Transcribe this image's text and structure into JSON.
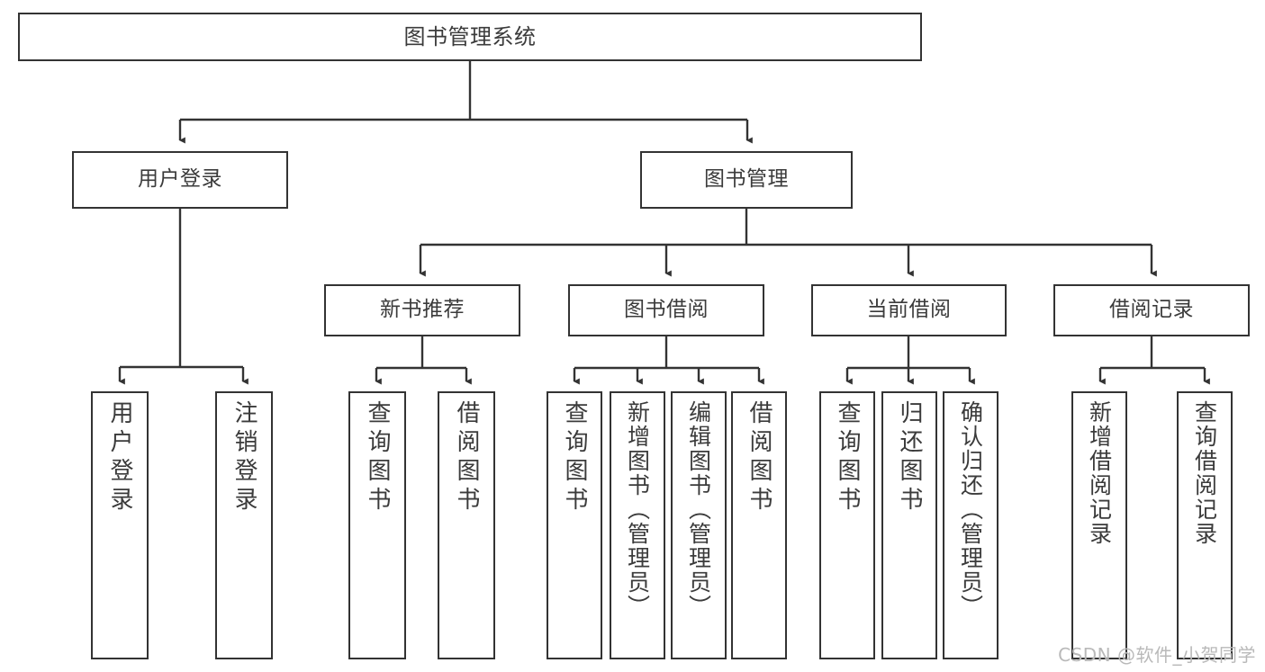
{
  "diagram": {
    "title": "图书管理系统",
    "type": "tree",
    "watermark": "CSDN @软件_小贺同学",
    "accent_color": "#333333",
    "text_color": "#3b3b3b",
    "background": "#ffffff"
  },
  "nodes": {
    "root": {
      "label": "图书管理系统"
    },
    "level2": [
      {
        "label": "用户登录"
      },
      {
        "label": "图书管理"
      }
    ],
    "level3": [
      {
        "label": "新书推荐"
      },
      {
        "label": "图书借阅"
      },
      {
        "label": "当前借阅"
      },
      {
        "label": "借阅记录"
      }
    ],
    "leaves": {
      "user_login": [
        {
          "label": "用户登录"
        },
        {
          "label": "注销登录"
        }
      ],
      "new_book": [
        {
          "label": "查询图书"
        },
        {
          "label": "借阅图书"
        }
      ],
      "book_borrow": [
        {
          "label": "查询图书"
        },
        {
          "label": "新增图书（管理员）"
        },
        {
          "label": "编辑图书（管理员）"
        },
        {
          "label": "借阅图书"
        }
      ],
      "current_borrow": [
        {
          "label": "查询图书"
        },
        {
          "label": "归还图书"
        },
        {
          "label": "确认归还（管理员）"
        }
      ],
      "borrow_record": [
        {
          "label": "新增借阅记录"
        },
        {
          "label": "查询借阅记录"
        }
      ]
    }
  }
}
